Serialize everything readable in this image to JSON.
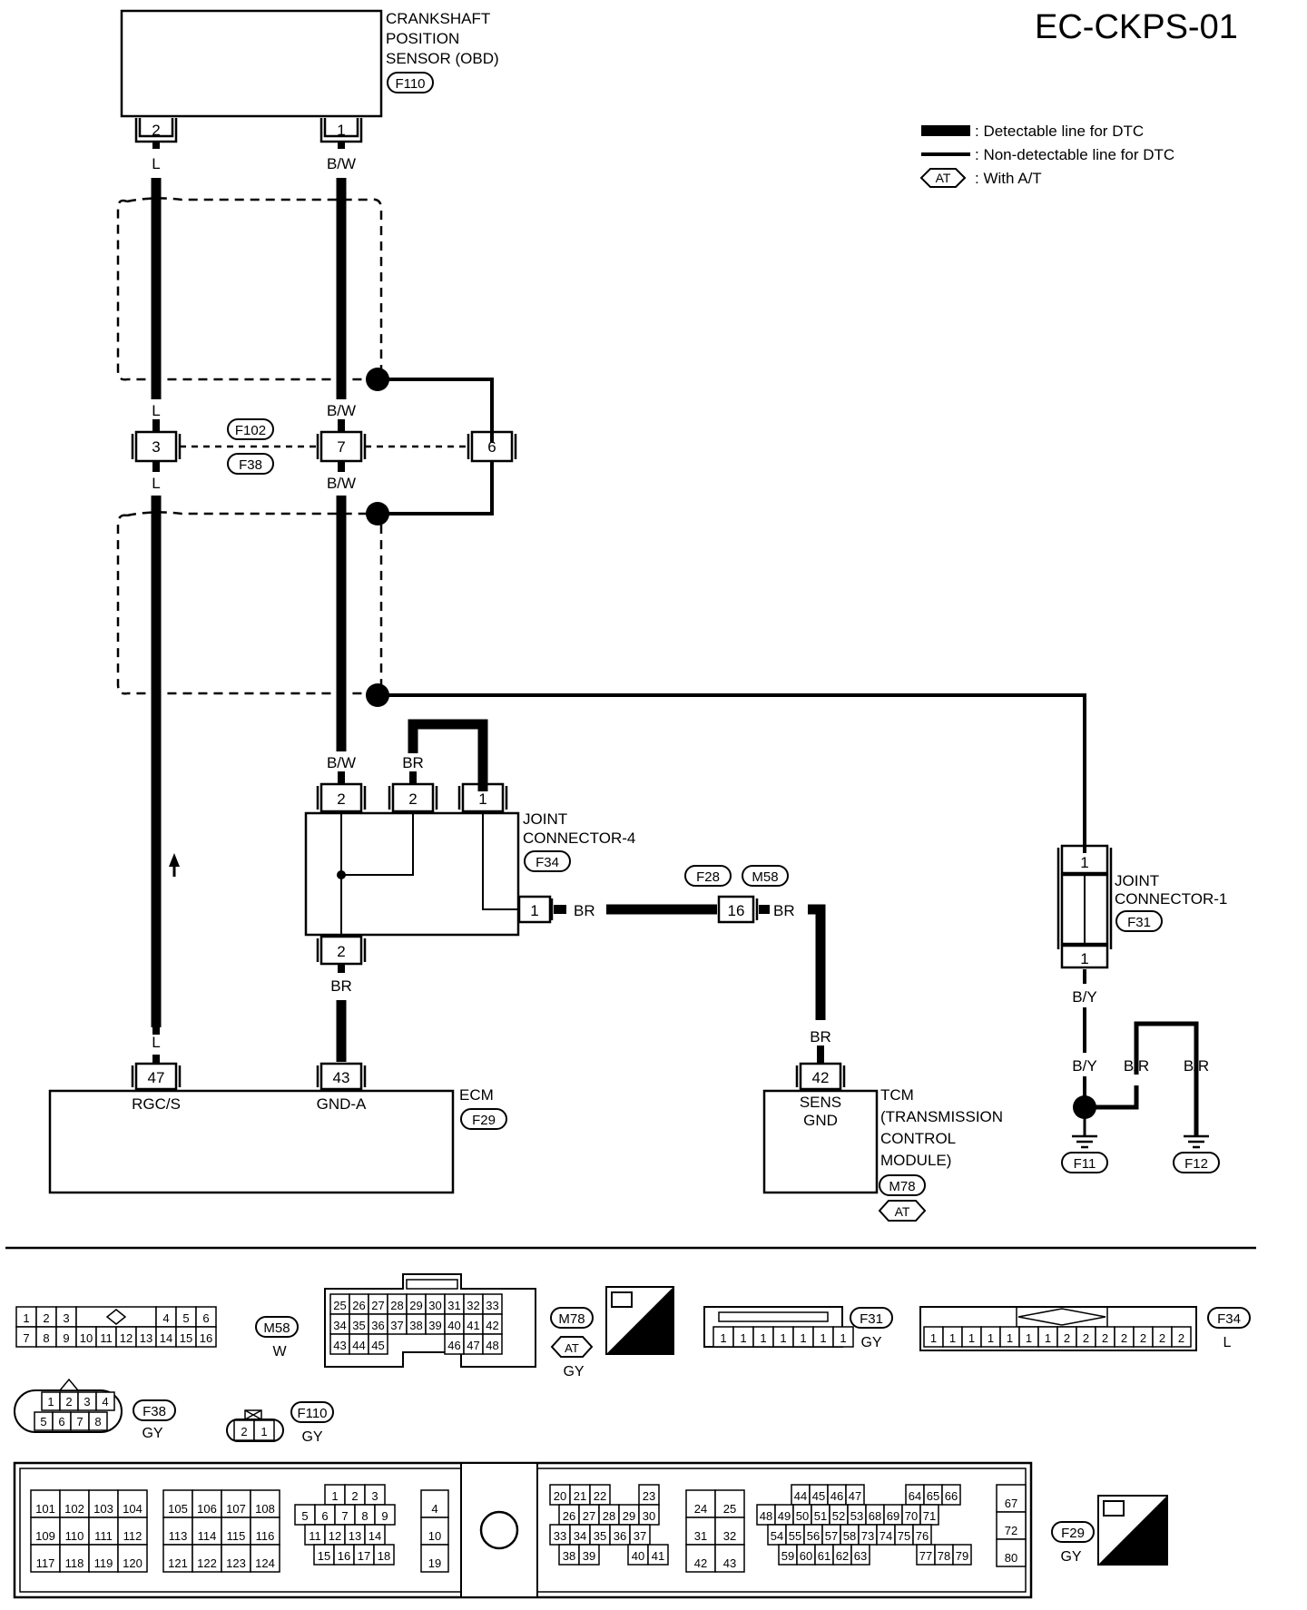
{
  "title": "EC-CKPS-01",
  "legend": {
    "detectable": ": Detectable line for DTC",
    "non_detectable": ": Non-detectable line for DTC",
    "with_at_tag": "AT",
    "with_at": ": With A/T"
  },
  "sensor": {
    "name_lines": [
      "CRANKSHAFT",
      "POSITION",
      "SENSOR (OBD)"
    ],
    "connector": "F110",
    "pin_left": "2",
    "pin_right": "1"
  },
  "wires": {
    "l": "L",
    "bw": "B/W",
    "br": "BR",
    "by": "B/Y",
    "b_r": "B/R"
  },
  "intermediate": {
    "pin_left": "3",
    "pin_mid": "7",
    "pin_right": "6",
    "connector_a": "F102",
    "connector_b": "F38"
  },
  "joint4": {
    "name_lines": [
      "JOINT",
      "CONNECTOR-4"
    ],
    "connector": "F34",
    "pins": [
      "2",
      "2",
      "1",
      "1",
      "2"
    ]
  },
  "inline": {
    "pin": "16",
    "connector_a": "F28",
    "connector_b": "M58"
  },
  "joint1": {
    "name_lines": [
      "JOINT",
      "CONNECTOR-1"
    ],
    "connector": "F31",
    "pin_top": "1",
    "pin_bottom": "1"
  },
  "ecm": {
    "name": "ECM",
    "connector": "F29",
    "pin_a": "47",
    "pin_a_label": "RGC/S",
    "pin_b": "43",
    "pin_b_label": "GND-A"
  },
  "tcm": {
    "name_lines": [
      "TCM",
      "(TRANSMISSION",
      "CONTROL",
      "MODULE)"
    ],
    "connector": "M78",
    "tag": "AT",
    "pin": "42",
    "pin_label_lines": [
      "SENS",
      "GND"
    ]
  },
  "grounds": [
    "F11",
    "F12"
  ],
  "faces": {
    "m58": {
      "tag": "M58",
      "color": "W",
      "row1": [
        "1",
        "2",
        "3",
        "",
        "4",
        "5",
        "6"
      ],
      "row2": [
        "7",
        "8",
        "9",
        "10",
        "11",
        "12",
        "13",
        "14",
        "15",
        "16"
      ]
    },
    "m78": {
      "tag": "M78",
      "tag2": "AT",
      "color": "GY",
      "hs": "H.S.",
      "row1": [
        "25",
        "26",
        "27",
        "28",
        "29",
        "30",
        "31",
        "32",
        "33"
      ],
      "row2": [
        "34",
        "35",
        "36",
        "37",
        "38",
        "39",
        "40",
        "41",
        "42"
      ],
      "row3": [
        "43",
        "44",
        "45",
        "46",
        "47",
        "48"
      ]
    },
    "f31": {
      "tag": "F31",
      "color": "GY",
      "pins": [
        "1",
        "1",
        "1",
        "1",
        "1",
        "1",
        "1"
      ]
    },
    "f34": {
      "tag": "F34",
      "color": "L",
      "pins": [
        "1",
        "1",
        "1",
        "1",
        "1",
        "1",
        "1",
        "2",
        "2",
        "2",
        "2",
        "2",
        "2",
        "2"
      ]
    },
    "f38": {
      "tag": "F38",
      "color": "GY",
      "row1": [
        "1",
        "2",
        "3",
        "4"
      ],
      "row2": [
        "5",
        "6",
        "7",
        "8"
      ]
    },
    "f110": {
      "tag": "F110",
      "color": "GY",
      "pins": [
        "2",
        "1"
      ]
    },
    "f29": {
      "tag": "F29",
      "color": "GY",
      "hs": "H.S.",
      "g1": [
        [
          "101",
          "102",
          "103",
          "104"
        ],
        [
          "109",
          "110",
          "111",
          "112"
        ],
        [
          "117",
          "118",
          "119",
          "120"
        ]
      ],
      "g2": [
        [
          "105",
          "106",
          "107",
          "108"
        ],
        [
          "113",
          "114",
          "115",
          "116"
        ],
        [
          "121",
          "122",
          "123",
          "124"
        ]
      ],
      "g3": [
        [
          "1",
          "2",
          "3"
        ],
        [
          "5",
          "6",
          "7",
          "8",
          "9"
        ],
        [
          "11",
          "12",
          "13",
          "14"
        ],
        [
          "15",
          "16",
          "17",
          "18"
        ]
      ],
      "g4": [
        "4",
        "10",
        "19"
      ],
      "g5": [
        [
          "20",
          "21",
          "22",
          "23"
        ],
        [
          "26",
          "27",
          "28",
          "29",
          "30"
        ],
        [
          "33",
          "34",
          "35",
          "36",
          "37"
        ],
        [
          "38",
          "39",
          "40",
          "41"
        ]
      ],
      "g6": [
        [
          "24",
          "25"
        ],
        [
          "31",
          "32"
        ],
        [
          "42",
          "43"
        ]
      ],
      "g7": [
        [
          "44",
          "45",
          "46",
          "47",
          "64",
          "65",
          "66"
        ],
        [
          "48",
          "49",
          "50",
          "51",
          "52",
          "53",
          "68",
          "69",
          "70",
          "71"
        ],
        [
          "54",
          "55",
          "56",
          "57",
          "58",
          "73",
          "74",
          "75",
          "76"
        ],
        [
          "59",
          "60",
          "61",
          "62",
          "63",
          "77",
          "78",
          "79"
        ]
      ],
      "g8": [
        "67",
        "72",
        "80"
      ]
    }
  }
}
